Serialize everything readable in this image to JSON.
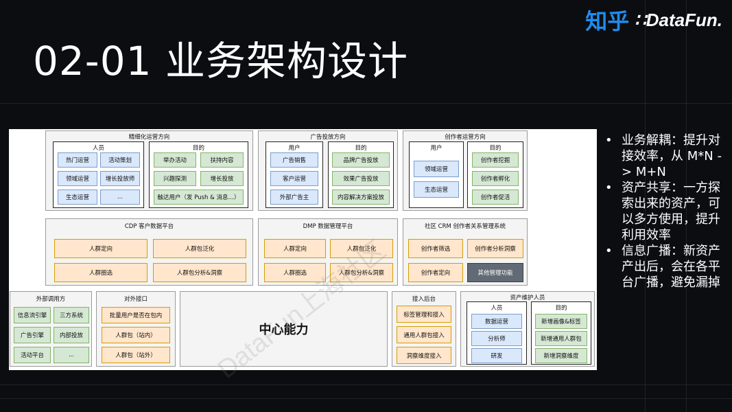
{
  "slide": {
    "title": "02-01 业务架构设计",
    "logo_zh": "知乎",
    "logo_en": "∷DataFun.",
    "watermark": "DataFun上海社区"
  },
  "bullets": [
    "业务解耦：提升对接效率，从 M*N -> M+N",
    "资产共享：一方探索出来的资产，可以多方使用，提升利用效率",
    "信息广播：新资产产出后，会在各平台广播，避免漏掉"
  ],
  "top_sections": {
    "fine_ops": {
      "title": "精细化运营方向",
      "people_title": "人员",
      "people": [
        "热门运营",
        "活动策划",
        "领域运营",
        "增长投放师",
        "生态运营",
        "..."
      ],
      "goal_title": "目的",
      "goals": [
        "举办活动",
        "扶持内容",
        "兴趣探测",
        "增长投放",
        "触达用户（发 Push & 消息…）"
      ]
    },
    "ads": {
      "title": "广告投放方向",
      "users_title": "用户",
      "users": [
        "广告销售",
        "客户运营",
        "外部广告主"
      ],
      "goal_title": "目的",
      "goals": [
        "品牌广告投放",
        "效果广告投放",
        "内容解决方案投放"
      ]
    },
    "creator": {
      "title": "创作者运营方向",
      "users_title": "用户",
      "users": [
        "领域运营",
        "生态运营"
      ],
      "goal_title": "目的",
      "goals": [
        "创作者挖掘",
        "创作者孵化",
        "创作者促活"
      ]
    }
  },
  "platforms": {
    "cdp": {
      "title": "CDP 客户数据平台",
      "items": [
        "人群定向",
        "人群包泛化",
        "人群圈选",
        "人群包分析&洞察"
      ]
    },
    "dmp": {
      "title": "DMP 数据管理平台",
      "items": [
        "人群定向",
        "人群包泛化",
        "人群圈选",
        "人群包分析&洞察"
      ]
    },
    "crm": {
      "title": "社区 CRM 创作者关系管理系统",
      "items": [
        "创作者筛选",
        "创作者分析洞察",
        "创作者定向",
        "其他管理功能"
      ]
    }
  },
  "bottom": {
    "external_callers": {
      "title": "外部调用方",
      "items": [
        "信息流引擎",
        "三方系统",
        "广告引擎",
        "内部投放",
        "活动平台",
        "..."
      ]
    },
    "external_api": {
      "title": "对外接口",
      "items": [
        "批量用户是否在包内",
        "人群包（站内）",
        "人群包（站外）"
      ]
    },
    "center": {
      "label": "中心能力"
    },
    "access_backend": {
      "title": "接入后台",
      "items": [
        "标签管理和接入",
        "通用人群包接入",
        "洞察维度接入"
      ]
    },
    "asset_maintainers": {
      "title": "资产维护人员",
      "people_title": "人员",
      "people": [
        "数据运营",
        "分析师",
        "研发"
      ],
      "goal_title": "目的",
      "goals": [
        "新增画像&标签",
        "新增通用人群包",
        "新增洞察维度"
      ]
    }
  }
}
